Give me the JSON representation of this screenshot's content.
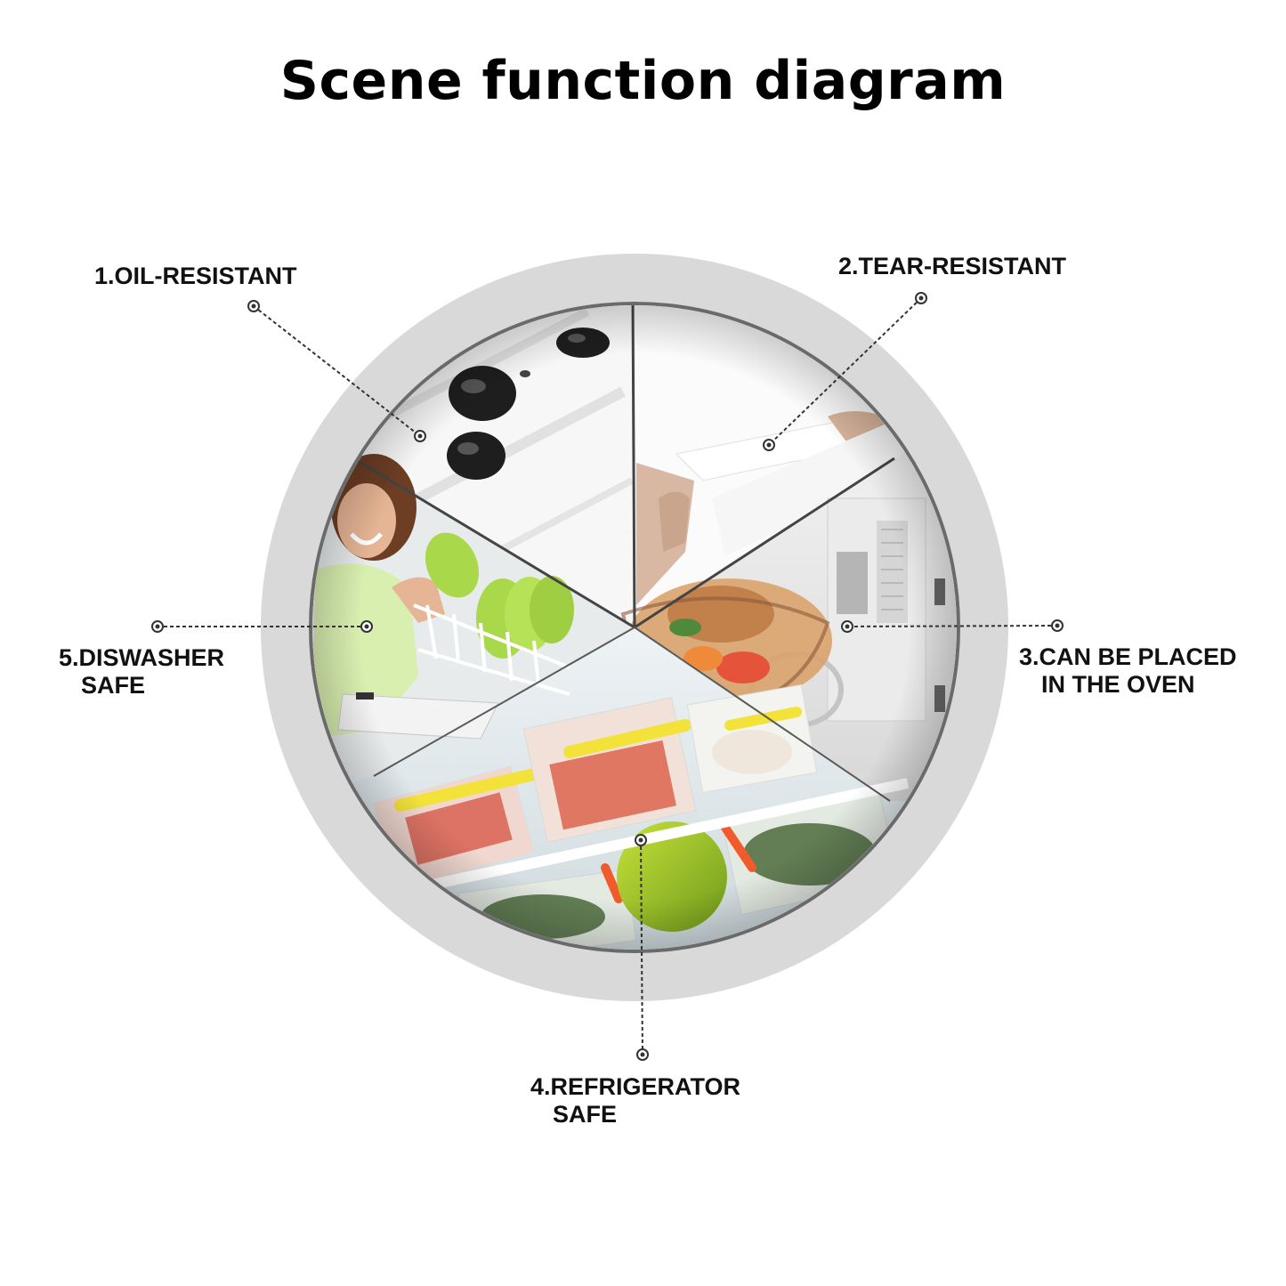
{
  "title": "Scene function diagram",
  "features": [
    {
      "line1": "1.OIL-RESISTANT",
      "line2": ""
    },
    {
      "line1": "2.TEAR-RESISTANT",
      "line2": ""
    },
    {
      "line1": "3.CAN BE PLACED",
      "line2": "IN THE OVEN"
    },
    {
      "line1": "4.REFRIGERATOR",
      "line2": "SAFE"
    },
    {
      "line1": "5.DISWASHER",
      "line2": "SAFE"
    }
  ],
  "scenes": [
    {
      "name": "stovetop",
      "icon": "stovetop-photo"
    },
    {
      "name": "tearing-paper",
      "icon": "hands-tearing-photo"
    },
    {
      "name": "microwave",
      "icon": "microwave-oven-photo"
    },
    {
      "name": "refrigerator",
      "icon": "fridge-containers-photo"
    },
    {
      "name": "dishwasher",
      "icon": "woman-dishwasher-photo"
    }
  ],
  "colors": {
    "ring": "#d9d9d9",
    "leader": "#333333",
    "divider": "#444444"
  }
}
